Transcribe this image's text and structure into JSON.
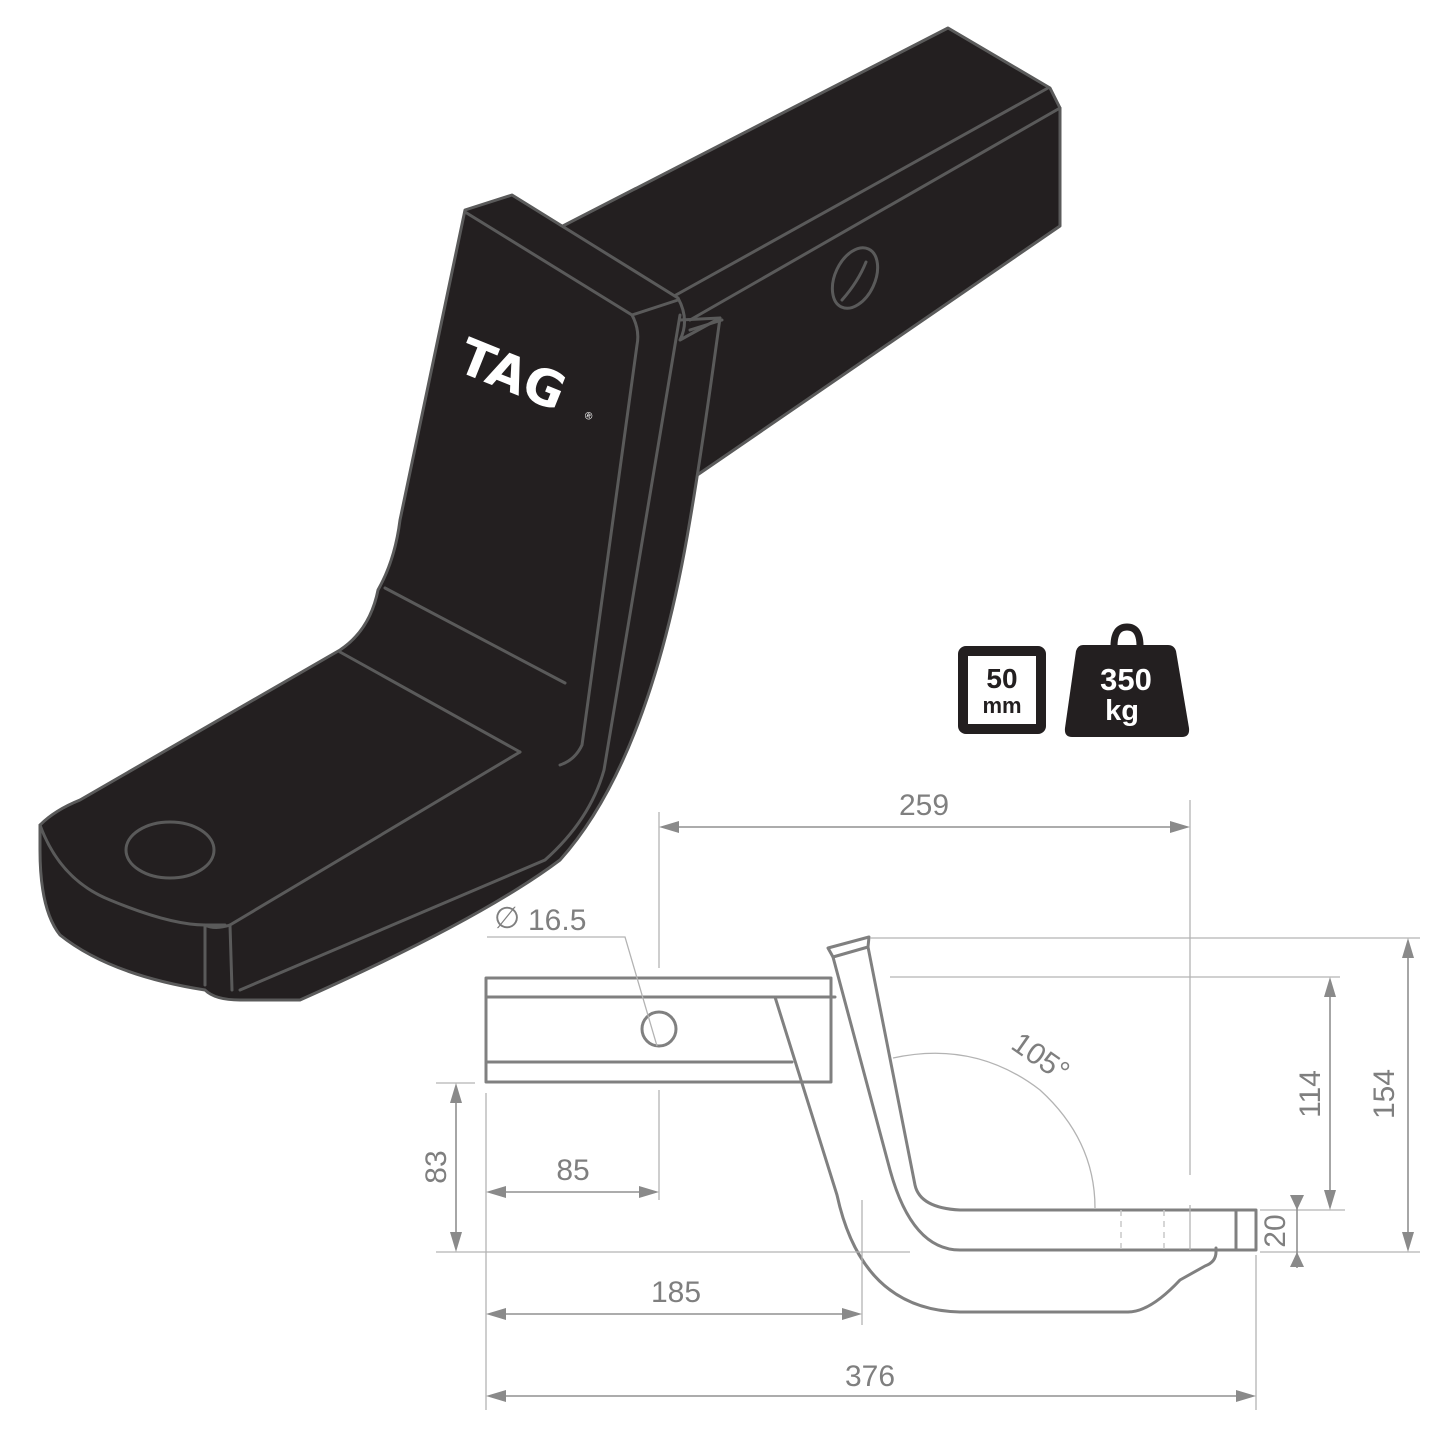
{
  "product": {
    "brand_logo": "TAG",
    "brand_mark": "®",
    "view": "isometric tow ball mount (hitch tongue) illustration"
  },
  "badges": [
    {
      "id": "ball-size",
      "value": "50",
      "unit": "mm",
      "icon": "square-frame-icon"
    },
    {
      "id": "load-rating",
      "value": "350",
      "unit": "kg",
      "icon": "weight-icon"
    }
  ],
  "dimensions": {
    "units": "mm",
    "overall_reach": "259",
    "hole_diameter_symbol": "∅",
    "hole_diameter": "16.5",
    "angle": "105°",
    "rise_inner": "114",
    "rise_total": "154",
    "plate_thickness": "20",
    "drop_height": "83",
    "hole_offset": "85",
    "shank_to_bend": "185",
    "overall_length": "376"
  },
  "colors": {
    "product_fill": "#231f20",
    "product_outline": "#5a5a5a",
    "drawing_lines": "#808080",
    "dimension_text": "#7f7f7f",
    "badge_fill": "#231f20"
  }
}
